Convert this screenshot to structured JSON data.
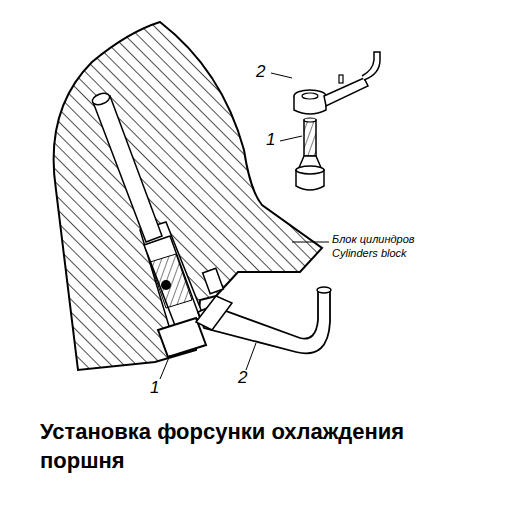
{
  "diagram": {
    "caption": "Установка форсунки охлаждения поршня",
    "labels": [
      "2",
      "1",
      "Блок цилиндров",
      "Cylinders block",
      "1",
      "2"
    ]
  }
}
